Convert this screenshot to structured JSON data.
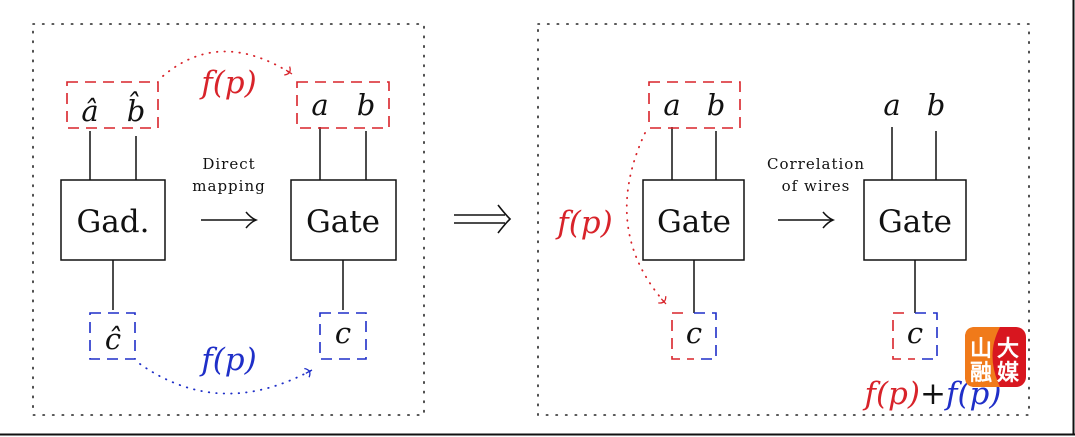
{
  "colors": {
    "red": "#d8232a",
    "blue": "#1f2fc8",
    "black": "#111111",
    "frame": "#222222",
    "logo_orange": "#f07a1a",
    "logo_red": "#d8161f"
  },
  "left_panel": {
    "gadget": {
      "label": "Gad.",
      "inputs": {
        "a": "â",
        "b": "b̂"
      },
      "output": "ĉ"
    },
    "gate": {
      "label": "Gate",
      "inputs": {
        "a": "a",
        "b": "b"
      },
      "output": "c"
    },
    "arrow_caption_line1": "Direct",
    "arrow_caption_line2": "mapping",
    "arrow_glyph": "⟶",
    "top_mapping_label": "f(p)",
    "bottom_mapping_label": "f(p)"
  },
  "implies_glyph": "⟹",
  "right_panel": {
    "gate_before": {
      "label": "Gate",
      "inputs": {
        "a": "a",
        "b": "b"
      },
      "output": "c"
    },
    "gate_after": {
      "label": "Gate",
      "inputs": {
        "a": "a",
        "b": "b"
      },
      "output": "c"
    },
    "arrow_caption_line1": "Correlation",
    "arrow_caption_line2": "of wires",
    "arrow_glyph": "⟶",
    "side_mapping_label": "f(p)",
    "sum_label_red": "f(p)",
    "sum_plus": "+",
    "sum_label_blue": "f(p)"
  },
  "watermark": {
    "line1_char1": "山",
    "line1_char2": "大",
    "line2_char1": "融",
    "line2_char2": "媒"
  }
}
